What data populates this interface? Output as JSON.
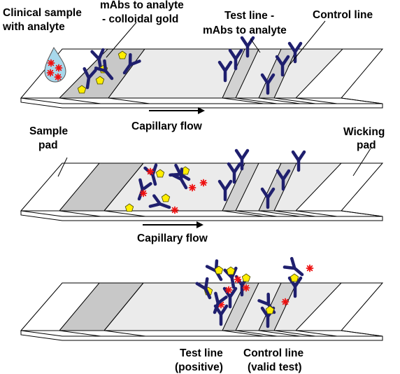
{
  "labels": {
    "clinical_sample": [
      "Clinical sample",
      "with analyte"
    ],
    "mabs_gold": [
      "mAbs to analyte",
      "- colloidal gold"
    ],
    "test_line_top": [
      "Test line -",
      "mAbs to analyte"
    ],
    "control_line_top": "Control line",
    "capillary_flow_1": "Capillary flow",
    "sample_pad": [
      "Sample",
      "pad"
    ],
    "wicking_pad": [
      "Wicking",
      "pad"
    ],
    "capillary_flow_2": "Capillary flow",
    "test_line_positive": [
      "Test line",
      "(positive)"
    ],
    "control_line_valid": [
      "Control line",
      "(valid test)"
    ]
  },
  "colors": {
    "antibody": "#1f1f6e",
    "gold_particle": "#ffee00",
    "analyte": "#ee1111",
    "conjugate_pad": "#c8c8c8",
    "membrane": "#ebebeb",
    "line_band": "#d2d2d2",
    "drop": "#a8d8ec"
  },
  "icons": [
    "antibody-icon",
    "gold-particle-icon",
    "analyte-icon",
    "sample-drop-icon",
    "flow-arrow-icon"
  ]
}
